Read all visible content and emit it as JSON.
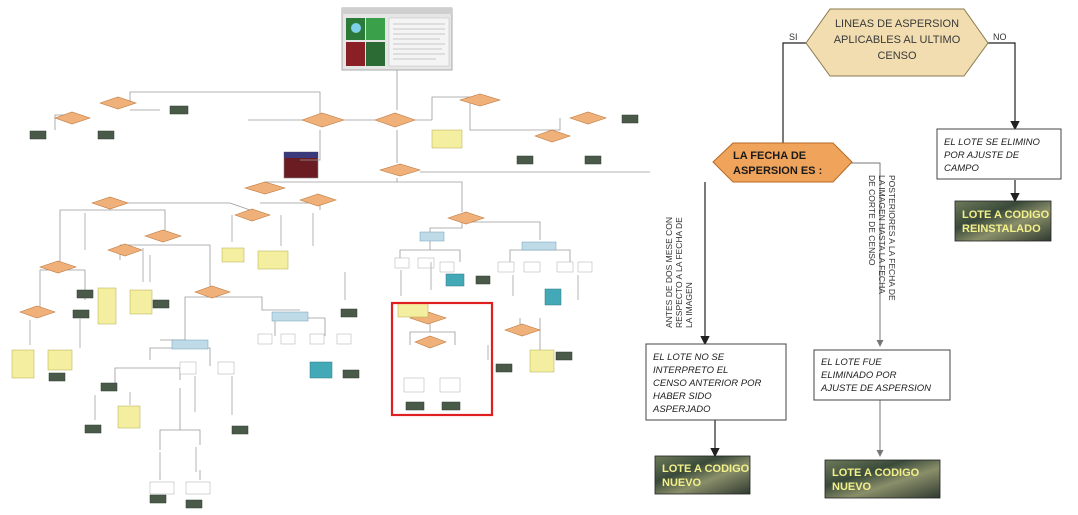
{
  "main_flow": {
    "decision_top": {
      "lines": [
        "LINEAS DE ASPERSION",
        "APLICABLES AL ULTIMO",
        "CENSO"
      ]
    },
    "branch_yes": "SI",
    "branch_no": "NO",
    "decision_date": {
      "lines": [
        "LA FECHA DE",
        "ASPERSION ES :"
      ]
    },
    "condition_before": {
      "lines": [
        "ANTES DE DOS MESE CON",
        "RESPECTO A LA FECHA DE",
        "LA IMAGEN"
      ]
    },
    "condition_after": {
      "lines": [
        "POSTERIORES A LA FECHA DE",
        "LA IMAGEN HASTA LA FECHA",
        "DE CORTE DE CENSO"
      ]
    },
    "box_not_interpreted": {
      "lines": [
        "EL LOTE NO SE",
        "INTERPRETO EL",
        "CENSO ANTERIOR POR",
        "HABER SIDO",
        "ASPERJADO"
      ]
    },
    "box_eliminated_aspersion": {
      "lines": [
        "EL LOTE FUE",
        "ELIMINADO POR",
        "AJUSTE DE ASPERSION"
      ]
    },
    "box_eliminated_field": {
      "lines": [
        "EL LOTE SE ELIMINO",
        "POR AJUSTE DE",
        "CAMPO"
      ]
    },
    "result_reinstalled": {
      "lines": [
        "LOTE A CODIGO",
        "REINSTALADO"
      ]
    },
    "result_new_1": {
      "lines": [
        "LOTE A CODIGO",
        "NUEVO"
      ]
    },
    "result_new_2": {
      "lines": [
        "LOTE A CODIGO",
        "NUEVO"
      ]
    }
  },
  "colors": {
    "diamond_tan": "#f1ddb0",
    "diamond_orange": "#f0a35a",
    "mini_orange": "#efb079",
    "mini_yellow": "#f3eea0",
    "mini_blue": "#bfdbe8",
    "mini_teal": "#44a9b6",
    "highlight_red": "#e02020",
    "banner_dark": "#4d5a45"
  }
}
